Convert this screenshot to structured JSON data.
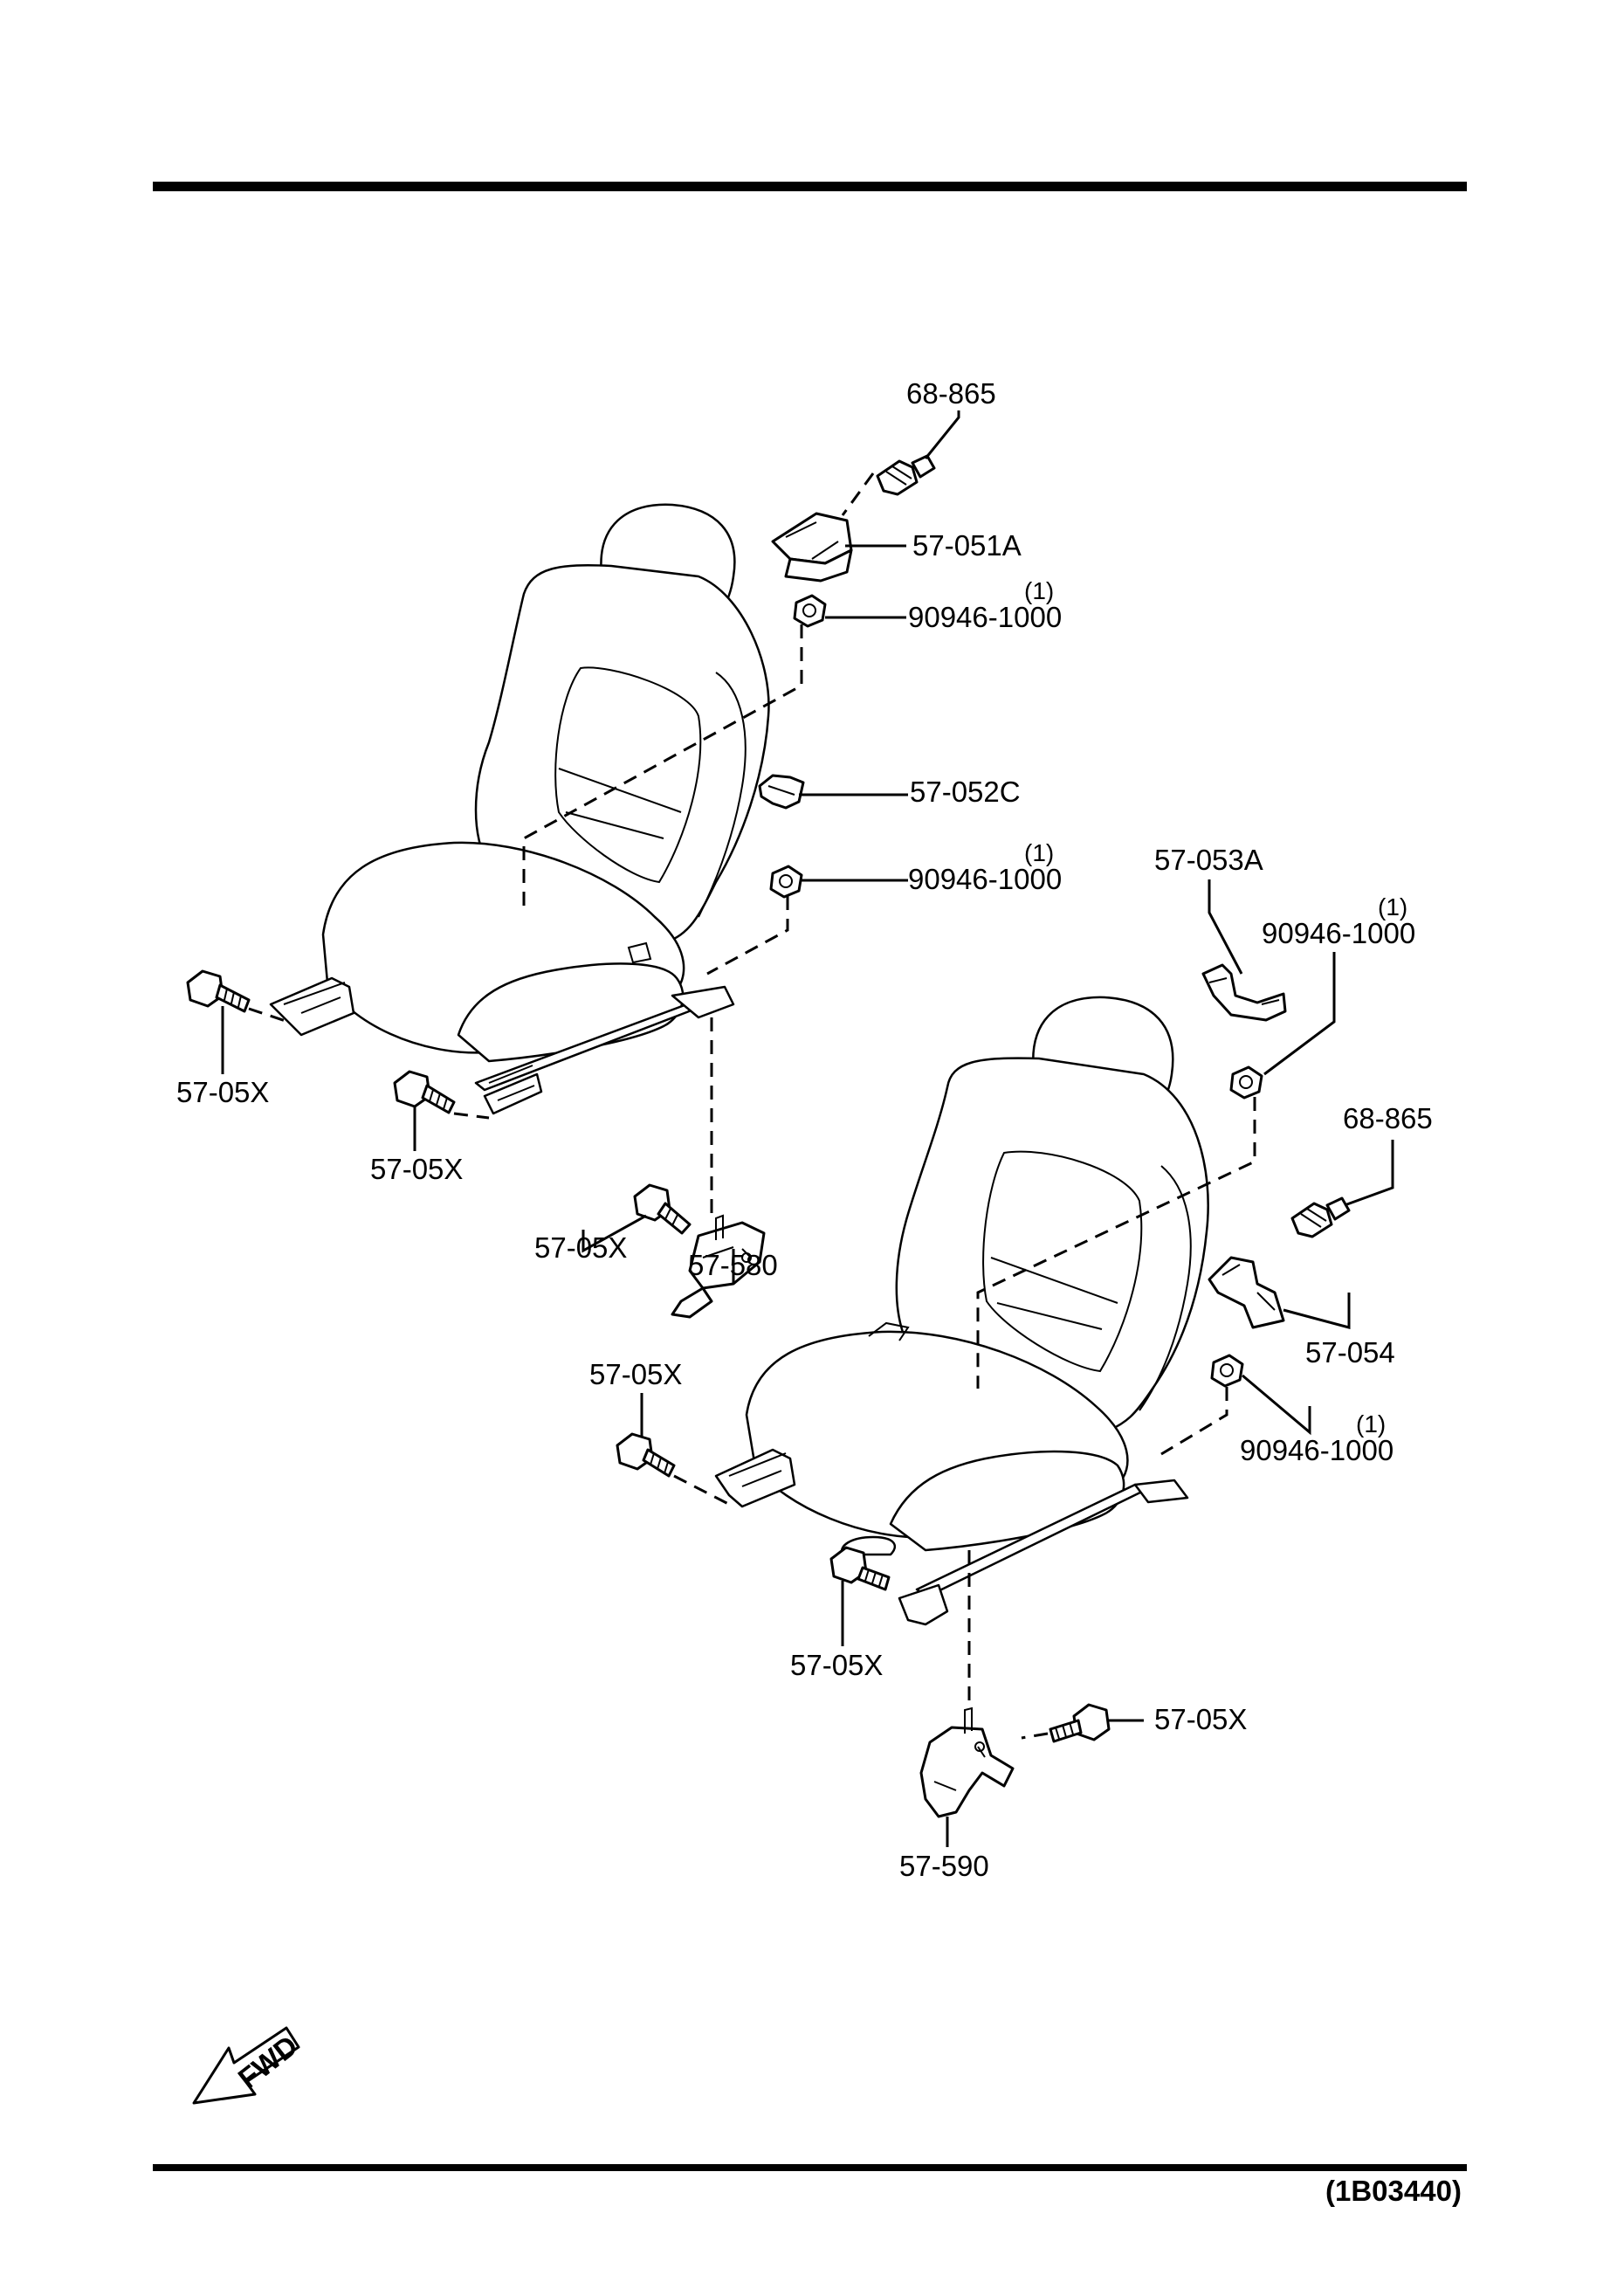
{
  "callouts": {
    "c1": "68-865",
    "c2": "57-051A",
    "c3": "90946-1000",
    "c3q": "(1)",
    "c4": "57-052C",
    "c5": "90946-1000",
    "c5q": "(1)",
    "c6": "57-053A",
    "c7": "90946-1000",
    "c7q": "(1)",
    "c8": "57-05X",
    "c9": "57-05X",
    "c10": "57-05X",
    "c11": "57-580",
    "c12": "68-865",
    "c13": "57-054",
    "c14": "57-05X",
    "c15": "90946-1000",
    "c15q": "(1)",
    "c16": "57-05X",
    "c17": "57-05X",
    "c18": "57-590"
  },
  "fwd_label": "FWD",
  "diagram_code": "(1B03440)",
  "icons": [
    "left-seat-assembly",
    "right-seat-assembly",
    "fwd-arrow-icon"
  ]
}
